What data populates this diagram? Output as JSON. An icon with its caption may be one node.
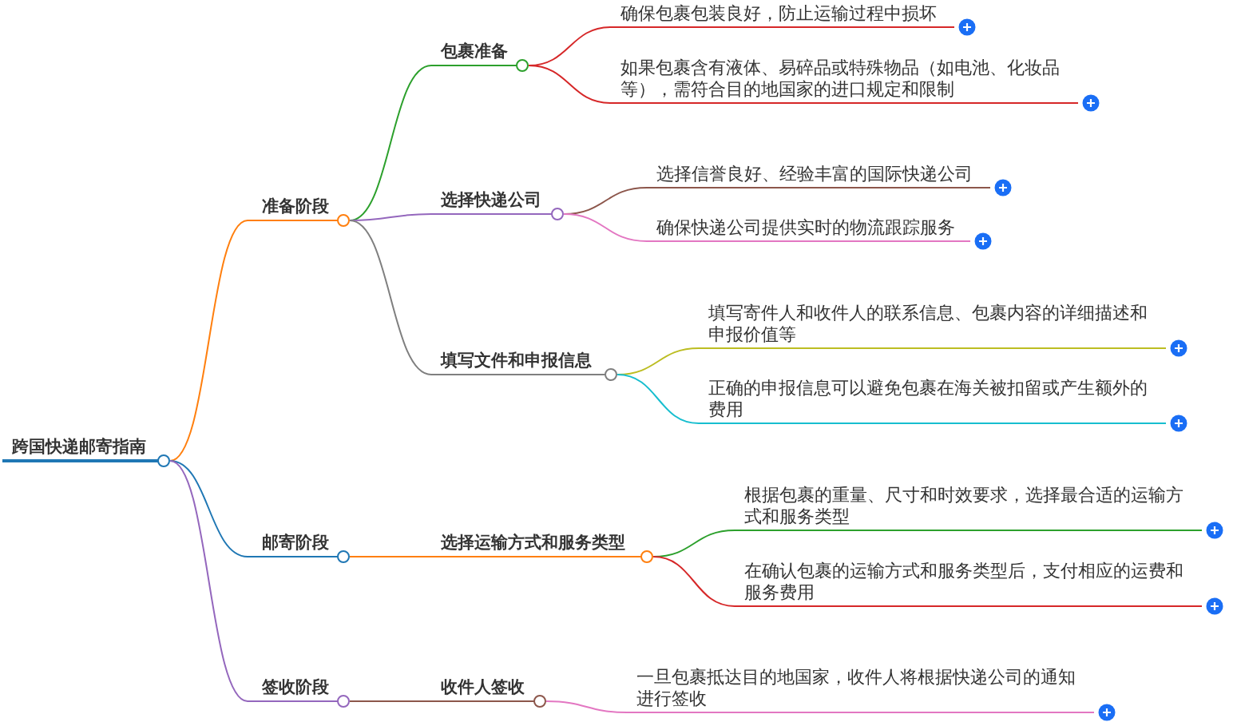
{
  "diagram": {
    "nodes": [
      {
        "text": [
          "跨国快递邮寄指南"
        ]
      },
      {
        "text": [
          "准备阶段"
        ]
      },
      {
        "text": [
          "包裹准备"
        ]
      },
      {
        "text": [
          "确保包裹包装良好，防止运输过程中损坏"
        ]
      },
      {
        "text": [
          "如果包裹含有液体、易碎品或特殊物品（如电池、化妆品等），需符合目的地国家的进口规定和限制"
        ]
      },
      {
        "text": [
          "选择快递公司"
        ]
      },
      {
        "text": [
          "选择信誉良好、经验丰富的国际快递公司"
        ]
      },
      {
        "text": [
          "确保快递公司提供实时的物流跟踪服务"
        ]
      },
      {
        "text": [
          "填写文件和申报信息"
        ]
      },
      {
        "text": [
          "填写寄件人和收件人的联系信息、包裹内容的详细描述和申报价值等"
        ]
      },
      {
        "text": [
          "正确的申报信息可以避免包裹在海关被扣留或产生额外的费用"
        ]
      },
      {
        "text": [
          "邮寄阶段"
        ]
      },
      {
        "text": [
          "选择运输方式和服务类型"
        ]
      },
      {
        "text": [
          "根据包裹的重量、尺寸和时效要求，选择最合适的运输方式和服务类型"
        ]
      },
      {
        "text": [
          "在确认包裹的运输方式和服务类型后，支付相应的运费和服务费用"
        ]
      },
      {
        "text": [
          "签收阶段"
        ]
      },
      {
        "text": [
          "收件人签收"
        ]
      },
      {
        "text": [
          "一旦包裹抵达目的地国家，收件人将根据快递公司的通知进行签收"
        ]
      }
    ],
    "edges": [
      {
        "from": 0,
        "to": 1,
        "arrow": "none",
        "color": "#ff7f0e"
      },
      {
        "from": 0,
        "to": 11,
        "arrow": "none",
        "color": "#1f77b4"
      },
      {
        "from": 0,
        "to": 15,
        "arrow": "none",
        "color": "#9467bd"
      },
      {
        "from": 1,
        "to": 2,
        "arrow": "none",
        "color": "#2ca02c"
      },
      {
        "from": 1,
        "to": 5,
        "arrow": "none",
        "color": "#9467bd"
      },
      {
        "from": 1,
        "to": 8,
        "arrow": "none",
        "color": "#7f7f7f"
      },
      {
        "from": 2,
        "to": 3,
        "arrow": "none",
        "color": "#d62728"
      },
      {
        "from": 2,
        "to": 4,
        "arrow": "none",
        "color": "#d62728"
      },
      {
        "from": 5,
        "to": 6,
        "arrow": "none",
        "color": "#8c564b"
      },
      {
        "from": 5,
        "to": 7,
        "arrow": "none",
        "color": "#e377c2"
      },
      {
        "from": 8,
        "to": 9,
        "arrow": "none",
        "color": "#bcbd22"
      },
      {
        "from": 8,
        "to": 10,
        "arrow": "none",
        "color": "#17becf"
      },
      {
        "from": 11,
        "to": 12,
        "arrow": "none",
        "color": "#ff7f0e"
      },
      {
        "from": 12,
        "to": 13,
        "arrow": "none",
        "color": "#2ca02c"
      },
      {
        "from": 12,
        "to": 14,
        "arrow": "none",
        "color": "#d62728"
      },
      {
        "from": 15,
        "to": 16,
        "arrow": "none",
        "color": "#8c564b"
      },
      {
        "from": 16,
        "to": 17,
        "arrow": "none",
        "color": "#e377c2"
      }
    ]
  }
}
